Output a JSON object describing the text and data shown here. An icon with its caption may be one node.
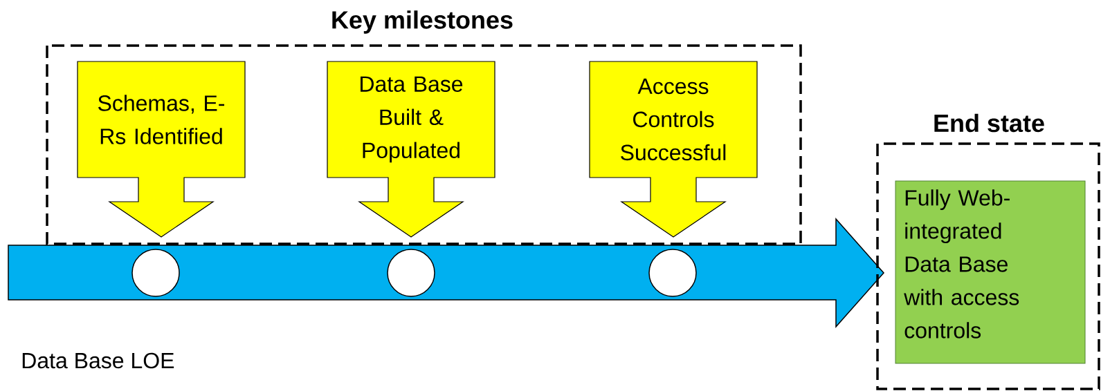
{
  "diagram": {
    "nodes": [
      {
        "text": [
          "Key milestones"
        ]
      },
      {
        "text": [
          "Schemas, E-Rs Identified"
        ],
        "in": 0
      },
      {
        "text": [
          "Data Base Built & Populated"
        ],
        "in": 0
      },
      {
        "text": [
          "Access Controls Successful"
        ],
        "in": 0
      },
      {
        "text": [
          "Data Base LOE"
        ]
      },
      {
        "text": [],
        "shape": "circle",
        "in": 4
      },
      {
        "text": [],
        "shape": "circle",
        "in": 4
      },
      {
        "text": [],
        "shape": "circle",
        "in": 4
      },
      {
        "text": [
          "End state"
        ]
      },
      {
        "text": [
          "Fully Web-integrated Data Base with access controls"
        ],
        "in": 8
      }
    ]
  }
}
